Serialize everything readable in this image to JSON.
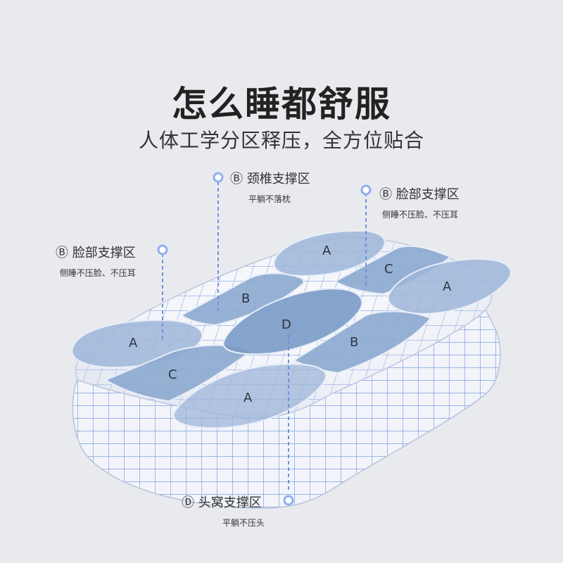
{
  "headline": "怎么睡都舒服",
  "subline": "人体工学分区释压，全方位贴合",
  "callouts": {
    "neck": {
      "badge": "Ⓑ",
      "title": "颈椎支撑区",
      "sub": "平躺不落枕"
    },
    "face_right": {
      "badge": "Ⓑ",
      "title": "脸部支撑区",
      "sub": "侧睡不压脸、不压耳"
    },
    "face_left": {
      "badge": "Ⓑ",
      "title": "脸部支撑区",
      "sub": "侧睡不压脸、不压耳"
    },
    "head": {
      "badge": "Ⓓ",
      "title": "头窝支撑区",
      "sub": "平躺不压头"
    }
  },
  "zones": {
    "a_left": "A",
    "c_left": "C",
    "b_top": "B",
    "d_center": "D",
    "a_top": "A",
    "c_right": "C",
    "a_right": "A",
    "b_right": "B",
    "a_bottom": "A"
  },
  "colors": {
    "background": "#e9eaee",
    "pillow_grid": "#7f9fe6",
    "zone_fill": "#8fa9cf",
    "dot": "#8fb0f0",
    "leader": "#6f8fe0"
  }
}
